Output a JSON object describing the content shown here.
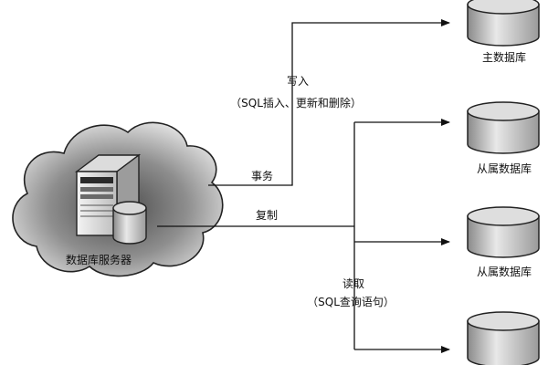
{
  "server": {
    "label": "数据库服务器"
  },
  "edges": {
    "write": {
      "title": "写入",
      "detail": "（SQL插入、更新和删除）"
    },
    "transaction": {
      "label": "事务"
    },
    "replicate": {
      "label": "复制"
    },
    "read": {
      "title": "读取",
      "detail": "（SQL查询语句）"
    }
  },
  "databases": [
    {
      "label": "主数据库"
    },
    {
      "label": "从属数据库"
    },
    {
      "label": "从属数据库"
    },
    {
      "label": ""
    }
  ]
}
